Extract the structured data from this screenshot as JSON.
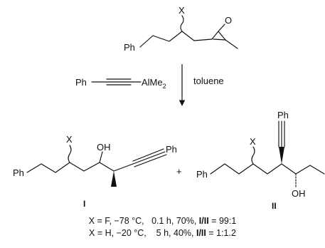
{
  "scheme": {
    "substrate": {
      "phenyl": "Ph",
      "substituent": "X"
    },
    "reagent": {
      "phenyl": "Ph",
      "aluminum_group": "AlMe",
      "aluminum_subscript": "2"
    },
    "solvent": "toluene",
    "plus_sign": "+",
    "product_I": {
      "phenyl_left": "Ph",
      "substituent": "X",
      "hydroxyl": "OH",
      "phenyl_alkyne": "Ph",
      "label": "I"
    },
    "product_II": {
      "phenyl_left": "Ph",
      "substituent": "X",
      "phenyl_alkyne": "Ph",
      "hydroxyl": "OH",
      "label": "II"
    }
  },
  "conditions": [
    {
      "prefix": "X = F, −78 °C,   0.1 h, 70%, ",
      "ratio_label": "I/II",
      "suffix": " = 99:1"
    },
    {
      "prefix": "X = H, −20 °C,    5 h, 40%, ",
      "ratio_label": "I/II",
      "suffix": " = 1:1.2"
    }
  ]
}
